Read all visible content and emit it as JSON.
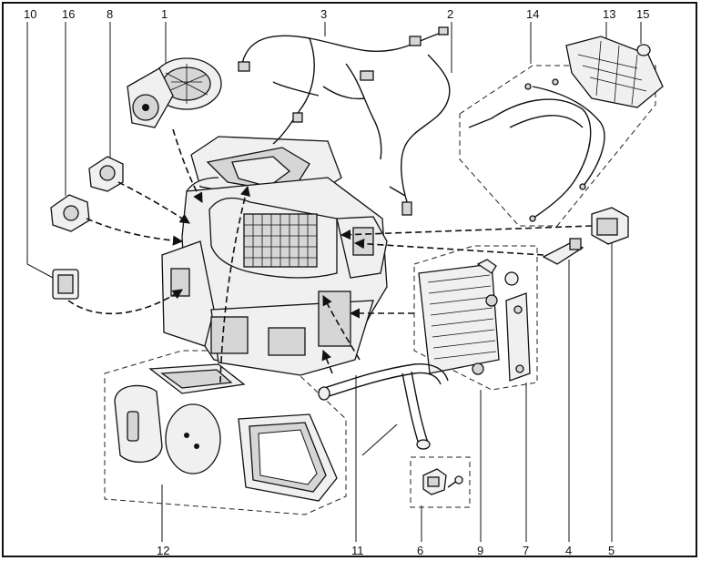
{
  "callouts": [
    {
      "id": "c10",
      "text": "10"
    },
    {
      "id": "c16",
      "text": "16"
    },
    {
      "id": "c8",
      "text": "8"
    },
    {
      "id": "c1",
      "text": "1"
    },
    {
      "id": "c3",
      "text": "3"
    },
    {
      "id": "c2",
      "text": "2"
    },
    {
      "id": "c14",
      "text": "14"
    },
    {
      "id": "c13",
      "text": "13"
    },
    {
      "id": "c15",
      "text": "15"
    },
    {
      "id": "c12",
      "text": "12"
    },
    {
      "id": "c11",
      "text": "11"
    },
    {
      "id": "c6",
      "text": "6"
    },
    {
      "id": "c9",
      "text": "9"
    },
    {
      "id": "c7",
      "text": "7"
    },
    {
      "id": "c4",
      "text": "4"
    },
    {
      "id": "c5",
      "text": "5"
    }
  ]
}
